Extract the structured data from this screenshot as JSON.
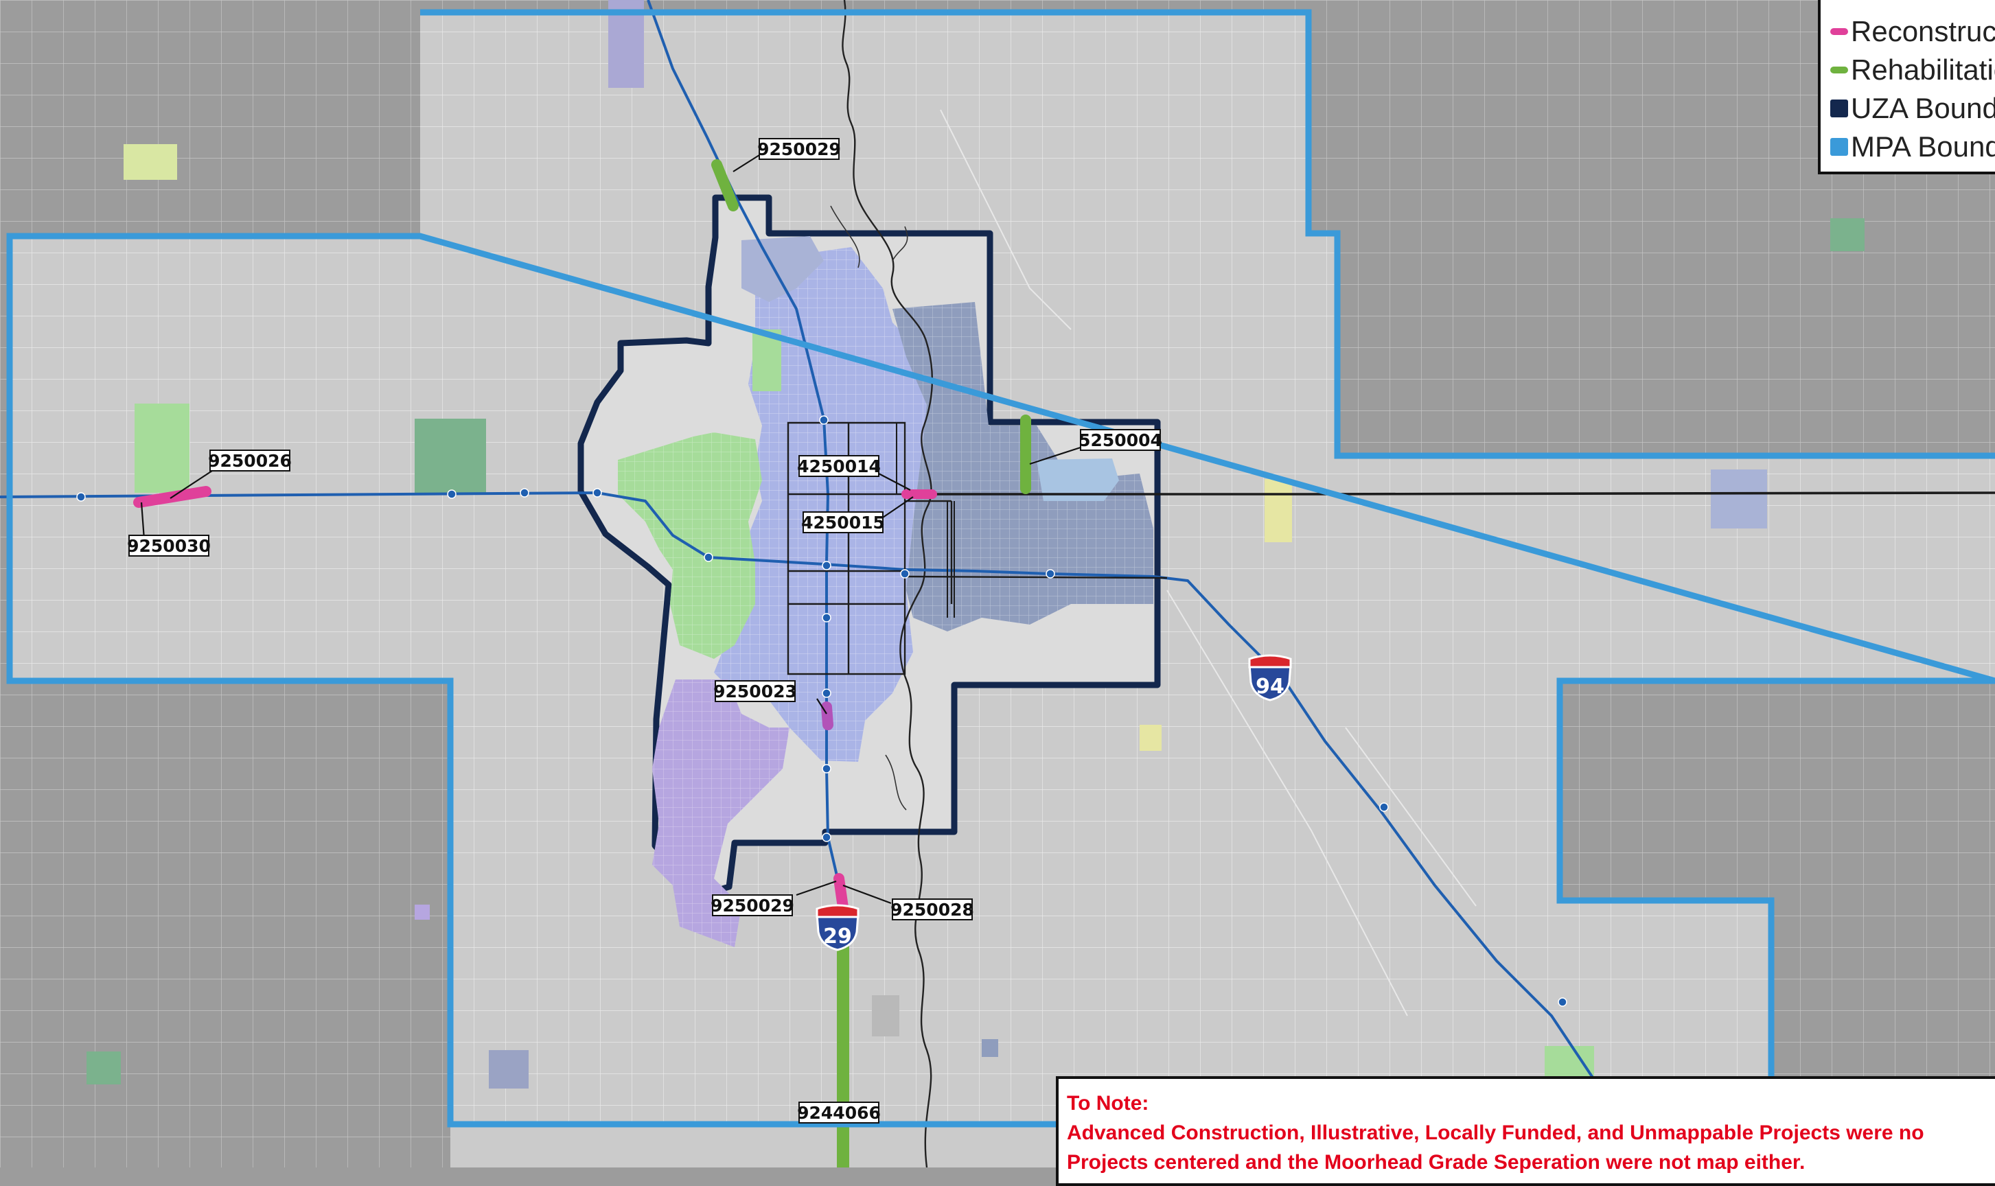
{
  "legend": {
    "items": [
      {
        "label": "Reconstruction",
        "kind": "line",
        "color": "#e0409a"
      },
      {
        "label": "Rehabilitation",
        "kind": "line",
        "color": "#6fb23f"
      },
      {
        "label": "UZA Boundary",
        "kind": "box",
        "color": "#13274d"
      },
      {
        "label": "MPA Boundary",
        "kind": "box",
        "color": "#3a9ad9"
      }
    ]
  },
  "projects": [
    {
      "id": "9250029",
      "treatment": "Rehabilitation"
    },
    {
      "id": "9250026",
      "treatment": "Reconstruction"
    },
    {
      "id": "9250030",
      "treatment": "Reconstruction"
    },
    {
      "id": "4250014",
      "treatment": "Reconstruction"
    },
    {
      "id": "4250015",
      "treatment": "Reconstruction"
    },
    {
      "id": "5250004",
      "treatment": "Rehabilitation"
    },
    {
      "id": "9250023",
      "treatment": "Reconstruction"
    },
    {
      "id": "9250029",
      "treatment": "Reconstruction"
    },
    {
      "id": "9250028",
      "treatment": "Reconstruction"
    },
    {
      "id": "9244066",
      "treatment": "Rehabilitation"
    }
  ],
  "shields": [
    {
      "route": "94"
    },
    {
      "route": "29"
    }
  ],
  "note": {
    "heading": "To Note:",
    "line1": "Advanced Construction, Illustrative, Locally Funded, and Unmappable Projects were no",
    "line2": "Projects centered and the Moorhead Grade Seperation were not map either."
  },
  "colors": {
    "outside": "#9c9c9c",
    "mpa_fill": "#cbcbcb",
    "uza_fill": "#dcdcdc",
    "uza_stroke": "#13274d",
    "mpa_stroke": "#3a9ad9",
    "highway": "#1f5fb0",
    "fargo": "#aab4e6",
    "moorhead": "#8f9dbd",
    "west_fargo": "#a6dc9a",
    "horace": "#b6a6e0"
  }
}
